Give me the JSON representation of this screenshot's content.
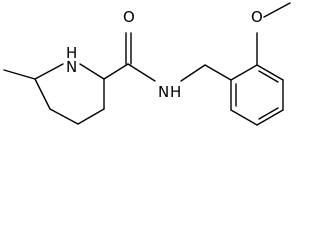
{
  "structure": {
    "atoms": {
      "amide_oxygen": "O",
      "ring_nitrogen": "H\nN",
      "ring_nitrogen_h": "H",
      "ring_nitrogen_n": "N",
      "amide_nitrogen_n": "N",
      "amide_nitrogen_h": "H",
      "ether_oxygen": "O"
    },
    "colors": {
      "bond": "#000000",
      "background": "#ffffff"
    }
  }
}
